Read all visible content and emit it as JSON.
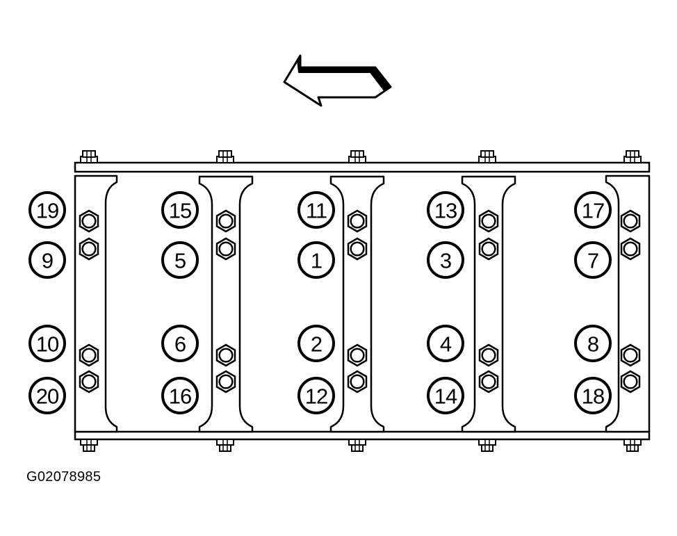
{
  "diagram_id": "G02078985",
  "direction_arrow": {
    "icon": "left-arrow-icon",
    "points": "left"
  },
  "bolts": [
    {
      "seq": "1",
      "column": 3,
      "row": 2
    },
    {
      "seq": "2",
      "column": 3,
      "row": 3
    },
    {
      "seq": "3",
      "column": 4,
      "row": 2
    },
    {
      "seq": "4",
      "column": 4,
      "row": 3
    },
    {
      "seq": "5",
      "column": 2,
      "row": 2
    },
    {
      "seq": "6",
      "column": 2,
      "row": 3
    },
    {
      "seq": "7",
      "column": 5,
      "row": 2
    },
    {
      "seq": "8",
      "column": 5,
      "row": 3
    },
    {
      "seq": "9",
      "column": 1,
      "row": 2
    },
    {
      "seq": "10",
      "column": 1,
      "row": 3
    },
    {
      "seq": "11",
      "column": 3,
      "row": 1
    },
    {
      "seq": "12",
      "column": 3,
      "row": 4
    },
    {
      "seq": "13",
      "column": 4,
      "row": 1
    },
    {
      "seq": "14",
      "column": 4,
      "row": 4
    },
    {
      "seq": "15",
      "column": 2,
      "row": 1
    },
    {
      "seq": "16",
      "column": 2,
      "row": 4
    },
    {
      "seq": "17",
      "column": 5,
      "row": 1
    },
    {
      "seq": "18",
      "column": 5,
      "row": 4
    },
    {
      "seq": "19",
      "column": 1,
      "row": 1
    },
    {
      "seq": "20",
      "column": 1,
      "row": 4
    }
  ]
}
